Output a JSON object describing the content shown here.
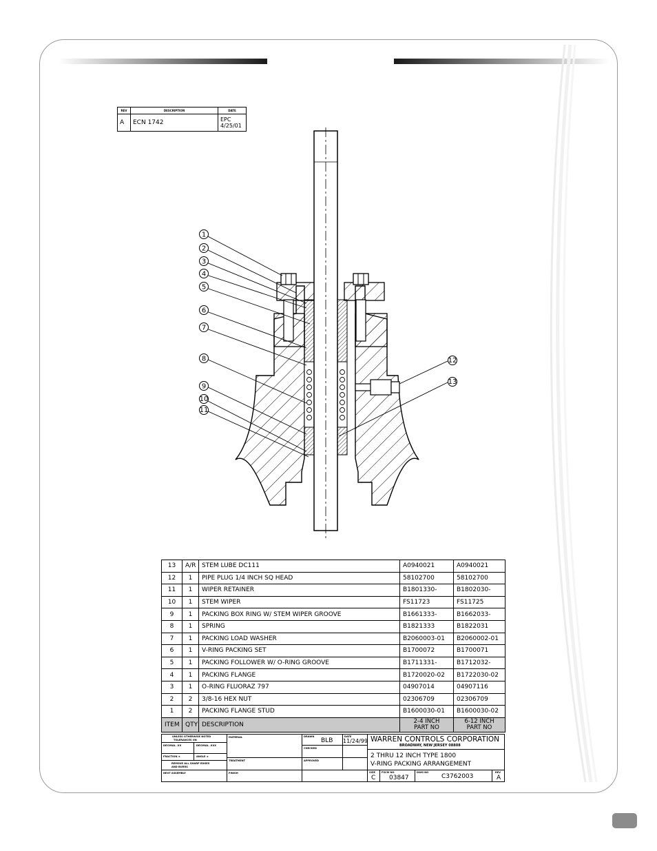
{
  "revision_block": {
    "headers": [
      "REV",
      "DESCRIPTION",
      "DATE"
    ],
    "rev": "A",
    "description": "ECN 1742",
    "date_line1": "EPC",
    "date_line2": "4/25/01"
  },
  "balloons": [
    "1",
    "2",
    "3",
    "4",
    "5",
    "6",
    "7",
    "8",
    "9",
    "10",
    "11",
    "12",
    "13"
  ],
  "parts_list": {
    "rows": [
      {
        "item": "13",
        "qty": "A/R",
        "desc": "STEM LUBE DC111",
        "pn1": "A0940021",
        "pn2": "A0940021"
      },
      {
        "item": "12",
        "qty": "1",
        "desc": "PIPE PLUG 1/4 INCH SQ HEAD",
        "pn1": "58102700",
        "pn2": "58102700"
      },
      {
        "item": "11",
        "qty": "1",
        "desc": "WIPER RETAINER",
        "pn1": "B1801330-",
        "pn2": "B1802030-"
      },
      {
        "item": "10",
        "qty": "1",
        "desc": "STEM WIPER",
        "pn1": "FS11723",
        "pn2": "FS11725"
      },
      {
        "item": "9",
        "qty": "1",
        "desc": "PACKING BOX RING W/ STEM WIPER GROOVE",
        "pn1": "B1661333-",
        "pn2": "B1662033-"
      },
      {
        "item": "8",
        "qty": "1",
        "desc": "SPRING",
        "pn1": "B1821333",
        "pn2": "B1822031"
      },
      {
        "item": "7",
        "qty": "1",
        "desc": "PACKING LOAD WASHER",
        "pn1": "B2060003-01",
        "pn2": "B2060002-01"
      },
      {
        "item": "6",
        "qty": "1",
        "desc": "V-RING PACKING SET",
        "pn1": "B1700072",
        "pn2": "B1700071"
      },
      {
        "item": "5",
        "qty": "1",
        "desc": "PACKING FOLLOWER W/ O-RING GROOVE",
        "pn1": "B1711331-",
        "pn2": "B1712032-"
      },
      {
        "item": "4",
        "qty": "1",
        "desc": "PACKING FLANGE",
        "pn1": "B1720020-02",
        "pn2": "B1722030-02"
      },
      {
        "item": "3",
        "qty": "1",
        "desc": "O-RING FLUORAZ 797",
        "pn1": "04907014",
        "pn2": "04907116"
      },
      {
        "item": "2",
        "qty": "2",
        "desc": "3/8-16 HEX NUT",
        "pn1": "02306709",
        "pn2": "02306709"
      },
      {
        "item": "1",
        "qty": "2",
        "desc": "PACKING FLANGE STUD",
        "pn1": "B1600030-01",
        "pn2": "B1600030-02"
      }
    ],
    "header": {
      "item": "ITEM",
      "qty": "QTY",
      "desc": "DESCRIPTION",
      "pn1_line1": "2-4 INCH",
      "pn1_line2": "PART NO",
      "pn2_line1": "6-12 INCH",
      "pn2_line2": "PART NO"
    }
  },
  "title_block": {
    "tol_header1": "UNLESS OTHERWISE NOTED",
    "tol_header2": "TOLERANCES ON",
    "decimal_xx": "DECIMAL  .XX",
    "decimal_xxx": "DECIMAL  .XXX",
    "fraction": "FRACTION  ±",
    "angle": "ANGLE  ±",
    "remove_edges1": "REMOVE ALL SHARP EDGES",
    "remove_edges2": "AND BURRS",
    "next_assembly": "NEXT ASSEMBLY",
    "material": "MATERIAL",
    "treatment": "TREATMENT",
    "finish": "FINISH",
    "drawn_label": "DRAWN",
    "drawn_by": "BLB",
    "date_label": "DATE",
    "date": "11/24/99",
    "checked": "CHECKED",
    "approved": "APPROVED",
    "company": "WARREN CONTROLS CORPORATION",
    "address": "BROADWAY, NEW JERSEY 08808",
    "title_line1": "2 THRU 12 INCH TYPE 1800",
    "title_line2": "V-RING PACKING ARRANGEMENT",
    "size_label": "SIZE",
    "size": "C",
    "fscm_label": "FSCM NO",
    "fscm": "03847",
    "dwg_label": "DWG NO",
    "dwg": "C3762003",
    "rev_label": "REV",
    "rev": "A"
  },
  "colors": {
    "frame_border": "#9a9a9a",
    "header_shade": "#c9c9c9",
    "page_tab": "#8c8c8c"
  }
}
